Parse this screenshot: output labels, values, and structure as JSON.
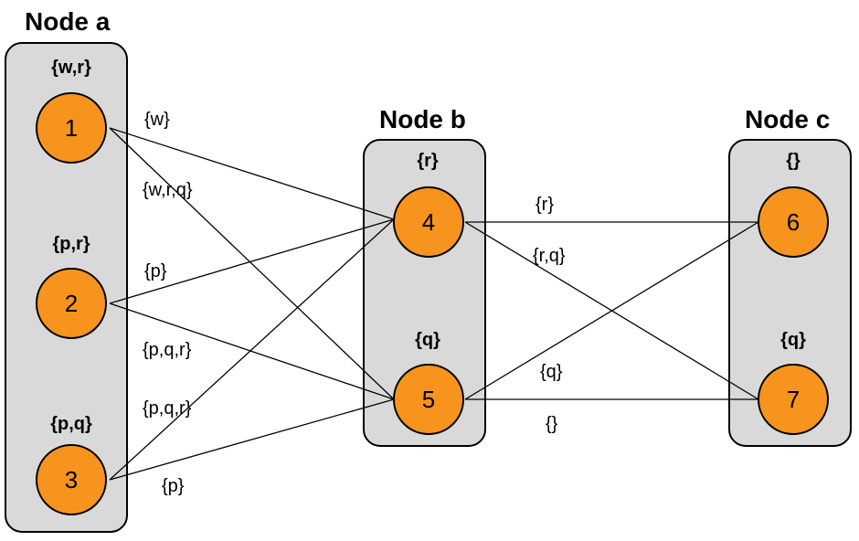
{
  "groups": [
    {
      "id": "a",
      "title": "Node a"
    },
    {
      "id": "b",
      "title": "Node b"
    },
    {
      "id": "c",
      "title": "Node c"
    }
  ],
  "nodes": [
    {
      "id": "1",
      "label": "1",
      "set": "{w,r}",
      "group": "a"
    },
    {
      "id": "2",
      "label": "2",
      "set": "{p,r}",
      "group": "a"
    },
    {
      "id": "3",
      "label": "3",
      "set": "{p,q}",
      "group": "a"
    },
    {
      "id": "4",
      "label": "4",
      "set": "{r}",
      "group": "b"
    },
    {
      "id": "5",
      "label": "5",
      "set": "{q}",
      "group": "b"
    },
    {
      "id": "6",
      "label": "6",
      "set": "{}",
      "group": "c"
    },
    {
      "id": "7",
      "label": "7",
      "set": "{q}",
      "group": "c"
    }
  ],
  "edges": [
    {
      "from": "1",
      "to": "4",
      "label": "{w}"
    },
    {
      "from": "1",
      "to": "5",
      "label": "{w,r,q}"
    },
    {
      "from": "2",
      "to": "4",
      "label": "{p}"
    },
    {
      "from": "2",
      "to": "5",
      "label": "{p,q,r}"
    },
    {
      "from": "3",
      "to": "4",
      "label": "{p,q,r}"
    },
    {
      "from": "3",
      "to": "5",
      "label": "{p}"
    },
    {
      "from": "4",
      "to": "6",
      "label": "{r}"
    },
    {
      "from": "4",
      "to": "7",
      "label": "{r,q}"
    },
    {
      "from": "5",
      "to": "6",
      "label": "{q}"
    },
    {
      "from": "5",
      "to": "7",
      "label": "{}"
    }
  ],
  "colors": {
    "node_fill": "#f7941d",
    "group_fill": "#d9d9d9"
  }
}
